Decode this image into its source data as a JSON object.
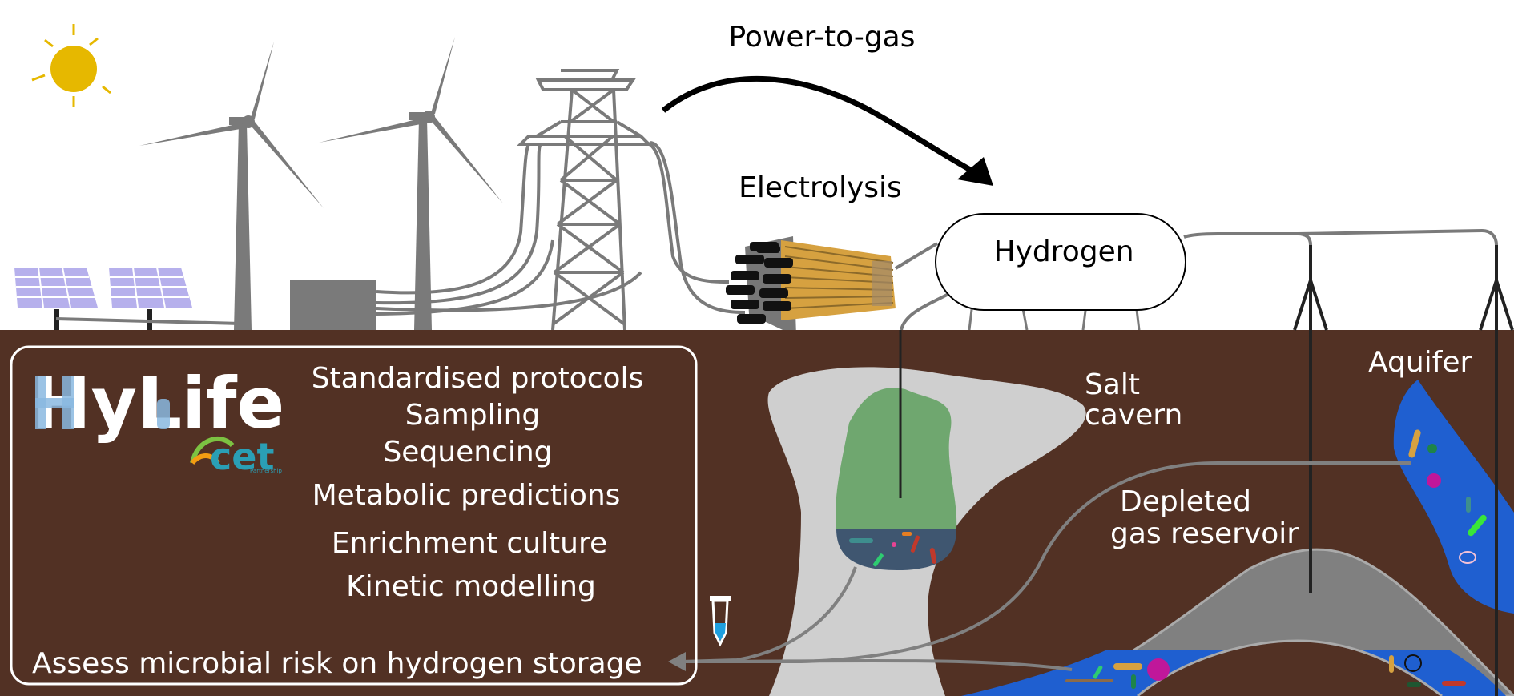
{
  "top_labels": {
    "power_to_gas": "Power-to-gas",
    "electrolysis": "Electrolysis",
    "hydrogen": "Hydrogen"
  },
  "underground_labels": {
    "salt_cavern_line1": "Salt",
    "salt_cavern_line2": "cavern",
    "aquifer": "Aquifer",
    "depleted_line1": "Depleted",
    "depleted_line2": "gas reservoir"
  },
  "hylife_box": {
    "logo_text": "HyLife",
    "partner_logo_text": "cet",
    "partner_logo_subtext": "Partnership",
    "items": [
      "Standardised protocols",
      "Sampling",
      "Sequencing",
      "Metabolic predictions",
      "Enrichment culture",
      "Kinetic modelling"
    ],
    "footer": "Assess microbial risk on hydrogen storage"
  },
  "colors": {
    "soil": "#523124",
    "cavern": "#cfcfcf",
    "hydrogen_gas": "#6fa76f",
    "brine": "#3f5670",
    "aquifer_water": "#1f5fd0",
    "reservoir_rock": "#808080",
    "sun": "#e6b800",
    "solar_panel": "#b6b0ec",
    "structure_grey": "#7a7a7a",
    "text_white": "#ffffff",
    "text_black": "#000000"
  }
}
